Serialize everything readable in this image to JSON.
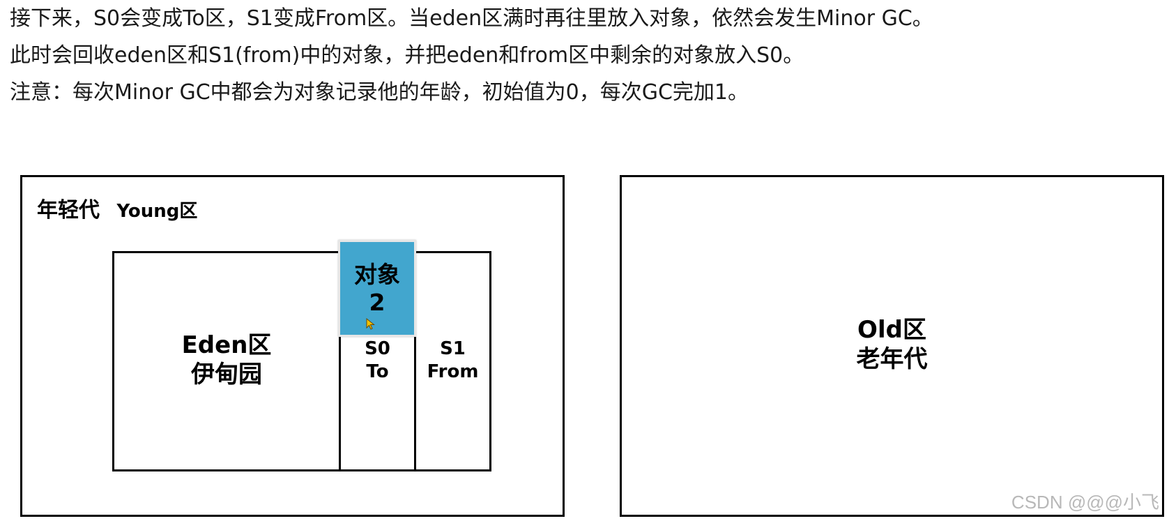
{
  "description": {
    "lines": [
      "接下来，S0会变成To区，S1变成From区。当eden区满时再往里放入对象，依然会发生Minor GC。",
      "此时会回收eden区和S1(from)中的对象，并把eden和from区中剩余的对象放入S0。",
      "注意：每次Minor GC中都会为对象记录他的年龄，初始值为0，每次GC完加1。"
    ]
  },
  "young_gen": {
    "title": "年轻代",
    "title_en": "Young区",
    "eden": {
      "line1": "Eden区",
      "line2": "伊甸园"
    },
    "s0": {
      "line1": "S0",
      "line2": "To"
    },
    "s1": {
      "line1": "S1",
      "line2": "From"
    }
  },
  "object_card": {
    "line1": "对象",
    "line2": "2",
    "color": "#42a6ce"
  },
  "old_gen": {
    "line1": "Old区",
    "line2": "老年代"
  },
  "watermark": "CSDN @@@小飞"
}
